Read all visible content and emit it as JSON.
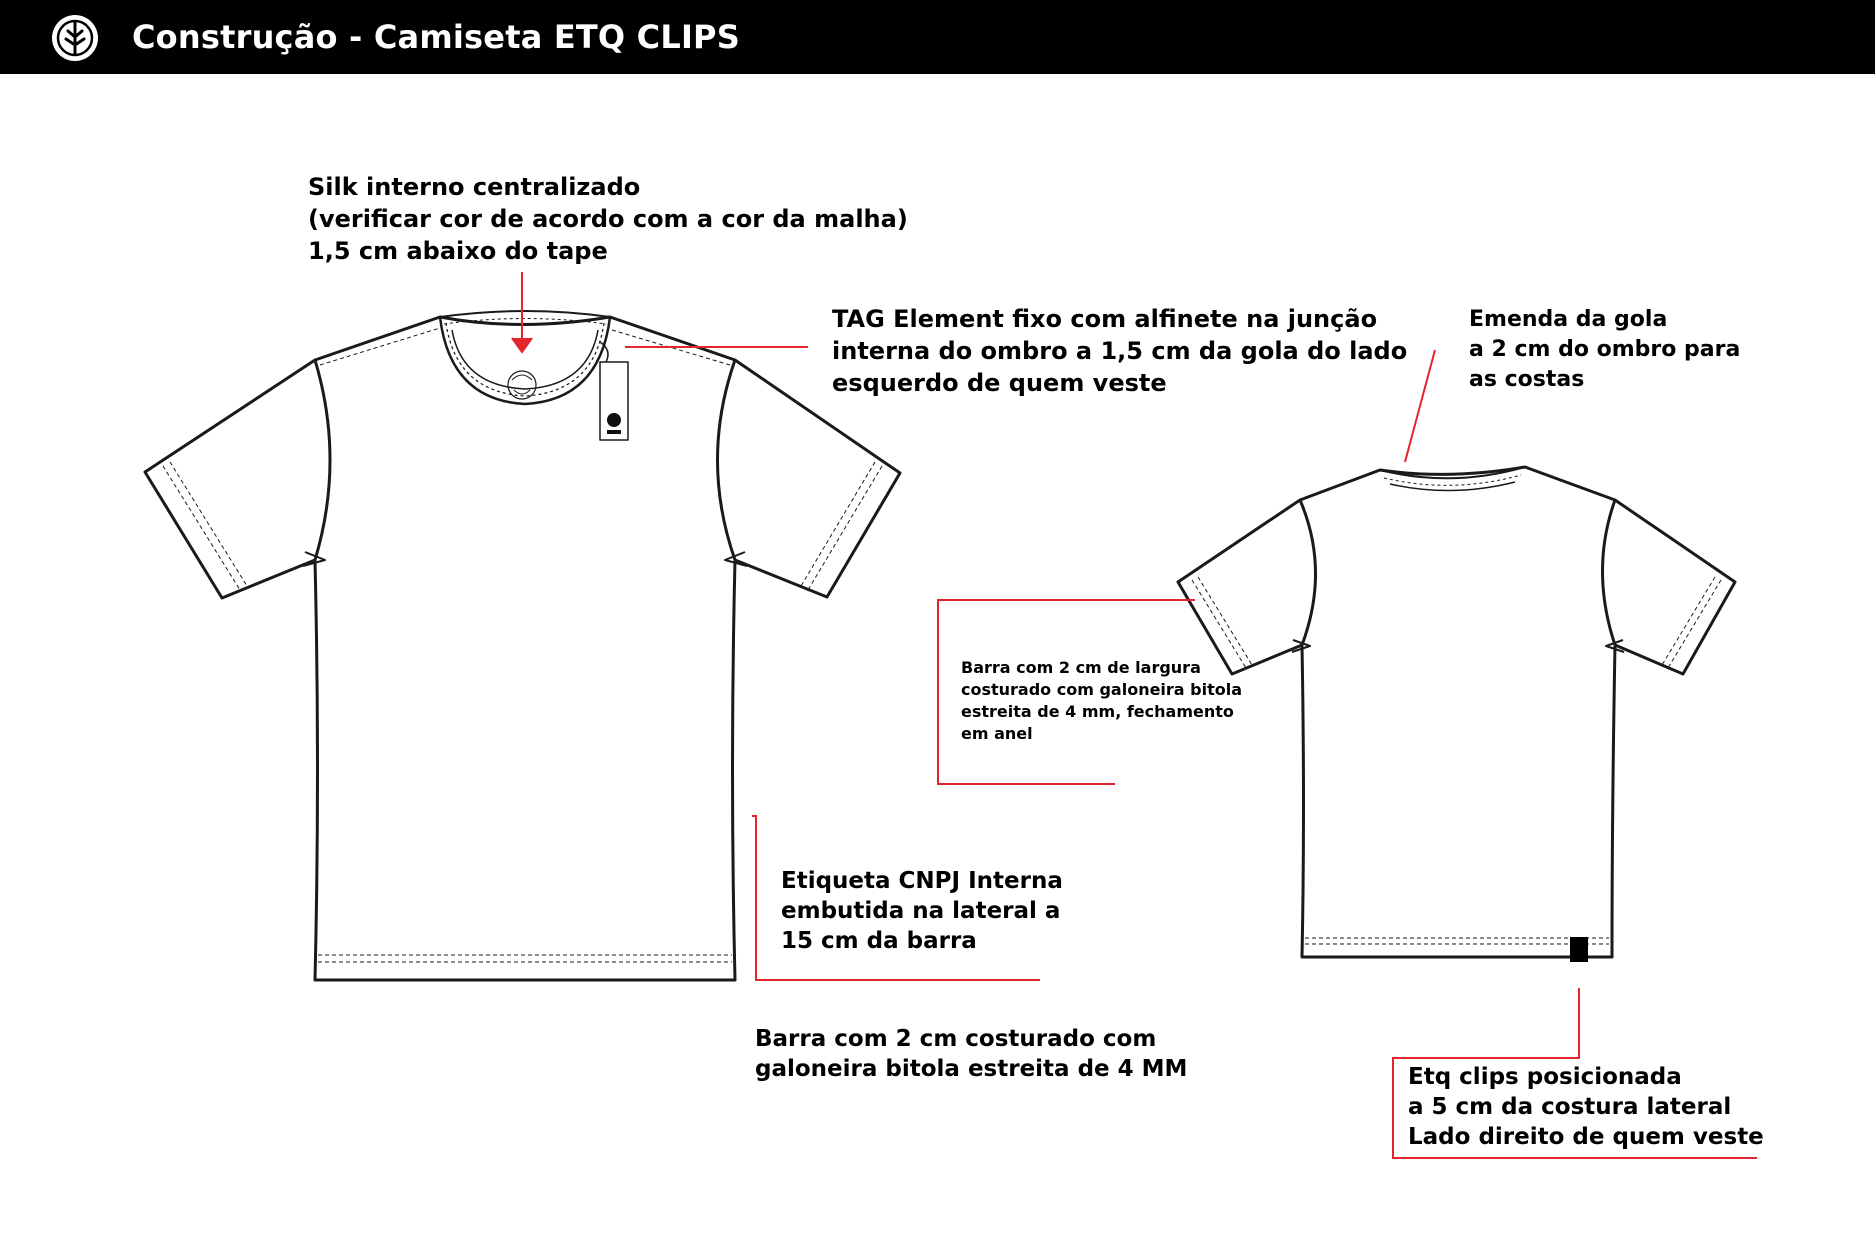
{
  "header": {
    "title": "Construção - Camiseta ETQ CLIPS"
  },
  "colors": {
    "header_bg": "#000000",
    "annotation_line": "#e3262d",
    "outline": "#1a1a1a"
  },
  "annotations": {
    "silk": [
      "Silk interno centralizado",
      "(verificar cor de acordo com a cor da malha)",
      "1,5 cm abaixo do tape"
    ],
    "tag": [
      "TAG Element fixo com alfinete na junção",
      "interna do ombro a 1,5 cm da gola do lado",
      "esquerdo de quem veste"
    ],
    "collar_seam": [
      "Emenda da gola",
      "a 2 cm do ombro para",
      "as costas"
    ],
    "sleeve_hem": [
      "Barra com 2 cm de largura",
      "costurado com galoneira bitola",
      "estreita de 4 mm, fechamento",
      "em anel"
    ],
    "cnpj_label": [
      "Etiqueta CNPJ Interna",
      "embutida na lateral a",
      "15 cm da barra"
    ],
    "body_hem": [
      "Barra com 2 cm costurado com",
      "galoneira bitola estreita de 4 MM"
    ],
    "clips_label": [
      "Etq clips posicionada",
      "a 5 cm da costura lateral",
      "Lado direito de quem veste"
    ]
  },
  "icons": {
    "brand_logo": "element-tree-logo-icon",
    "hang_tag": "hang-tag-icon",
    "clip_label": "clip-label-icon"
  }
}
